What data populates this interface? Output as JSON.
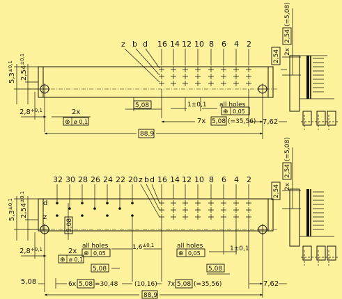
{
  "colors": {
    "background": "#fef29c",
    "ink": "#111111"
  },
  "top_view": {
    "row_letters": [
      "z",
      "b",
      "d"
    ],
    "column_numbers": [
      "16",
      "14",
      "12",
      "10",
      "8",
      "6",
      "4",
      "2"
    ],
    "dim_left_5_3": "5,3",
    "dim_left_5_3_tol": "±0,1",
    "dim_left_2_54": "2,54",
    "dim_left_2_54_tol": "±0,1",
    "dim_2_8": "2,8",
    "dim_2_8_tol": "+0,1",
    "hole_count": "2x",
    "hole_tolerance": "ø 0,1",
    "dim_5_08": "5,08",
    "dim_1_tol": "1±0,1",
    "all_holes_label": "all holes",
    "all_holes_tol": "0,05",
    "pitch_prefix": "7x",
    "pitch_box": "5,08",
    "pitch_suffix": "(=35,56)",
    "dim_7_62": "7,62",
    "dim_88_9": "88,9",
    "right_dim_2_54": "2,54",
    "right_dim_prefix": "2x",
    "right_dim_box": "2,54",
    "right_dim_suffix": "(=5,08)"
  },
  "bottom_view": {
    "column_numbers_left": [
      "32",
      "30",
      "28",
      "26",
      "24",
      "22",
      "20"
    ],
    "row_letters": [
      "z",
      "b",
      "d"
    ],
    "column_numbers_right": [
      "16",
      "14",
      "12",
      "10",
      "8",
      "6",
      "4",
      "2"
    ],
    "side_letters": [
      "d",
      "z"
    ],
    "dim_left_5_3": "5,3",
    "dim_left_5_3_tol": "±0,1",
    "dim_left_2_54": "2,54",
    "dim_left_2_54_tol": "±0,1",
    "dim_2_8": "2,8",
    "dim_2_8_tol": "+0,1",
    "hole_count": "2x",
    "hole_tolerance": "ø 0,1",
    "all_holes_label_1": "all holes",
    "all_holes_tol_1": "0,05",
    "dim_1_6": "1,6",
    "dim_1_6_tol": "±0,1",
    "all_holes_label_2": "all holes",
    "all_holes_tol_2": "0,05",
    "dim_1_tol": "1±0,1",
    "dim_5_08_left": "5,08",
    "dim_5_08_right": "5,08",
    "dim_5_08_vertical": "5,08",
    "dim_5_08_start": "5,08",
    "pitch_left_prefix": "6x",
    "pitch_left_box": "5,08",
    "pitch_left_suffix": "=30,48",
    "dim_10_16": "(10,16)",
    "pitch_right_prefix": "7x",
    "pitch_right_box": "5,08",
    "pitch_right_suffix": "(=35,56)",
    "dim_7_62": "7,62",
    "dim_88_9": "88,9",
    "right_dim_2_54": "2,54",
    "right_dim_prefix": "2x",
    "right_dim_box": "2,54",
    "right_dim_suffix": "(=5,08)"
  }
}
